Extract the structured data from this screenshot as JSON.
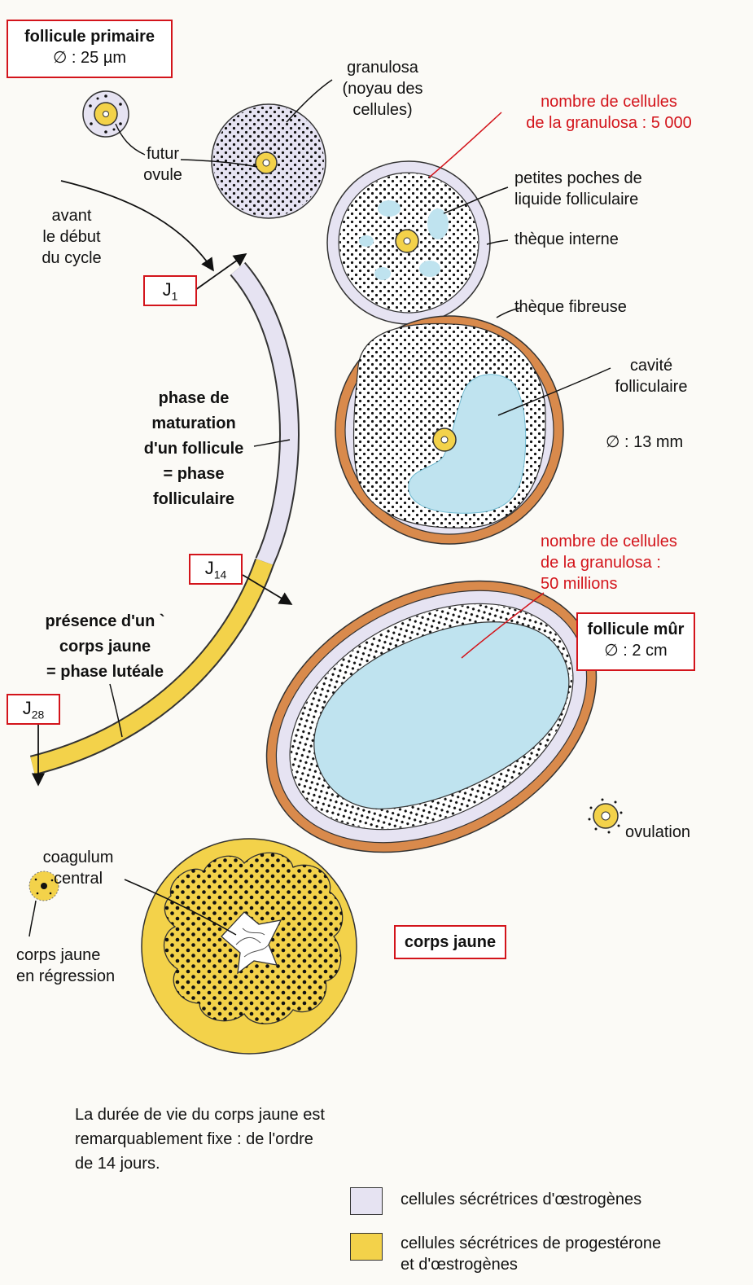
{
  "boxes": {
    "primary_title": "follicule primaire",
    "primary_size": "∅ : 25 µm",
    "mature_title": "follicule mûr",
    "mature_size": "∅ : 2 cm",
    "corps_jaune": "corps jaune"
  },
  "days": {
    "j1": "J",
    "j1_sub": "1",
    "j14": "J",
    "j14_sub": "14",
    "j28": "J",
    "j28_sub": "28"
  },
  "labels": {
    "futur_ovule": "futur\novule",
    "avant_cycle": "avant\nle début\ndu cycle",
    "granulosa": "granulosa\n(noyau des\ncellules)",
    "nb_cells_5000": "nombre de cellules\nde la granulosa : 5 000",
    "petites_poches": "petites poches de\nliquide folliculaire",
    "theque_interne": "thèque interne",
    "theque_fibreuse": "thèque fibreuse",
    "cavite": "cavité\nfolliculaire",
    "size_13mm": "∅ : 13 mm",
    "nb_cells_50m": "nombre de cellules\nde la granulosa :\n50 millions",
    "ovulation": "ovulation",
    "phase_folliculaire": "phase de\nmaturation\nd'un follicule\n= phase\nfolliculaire",
    "phase_luteale": "présence d'un `\ncorps jaune\n= phase lutéale",
    "coagulum": "coagulum\ncentral",
    "corps_jaune_regression": "corps jaune\nen régression",
    "duree_vie": "La durée de vie du corps jaune est\nremarquablement fixe : de l'ordre\nde 14 jours."
  },
  "legend": [
    {
      "label": "cellules sécrétrices d'œstrogènes",
      "color": "#e6e3f2"
    },
    {
      "label": "cellules sécrétrices de progestérone\net d'œstrogènes",
      "color": "#f3d24a"
    }
  ],
  "colors": {
    "red": "#d3141b",
    "lavender": "#e6e3f2",
    "yellow": "#f3d24a",
    "theca": "#d98a4c",
    "fluid": "#bfe3ef"
  }
}
